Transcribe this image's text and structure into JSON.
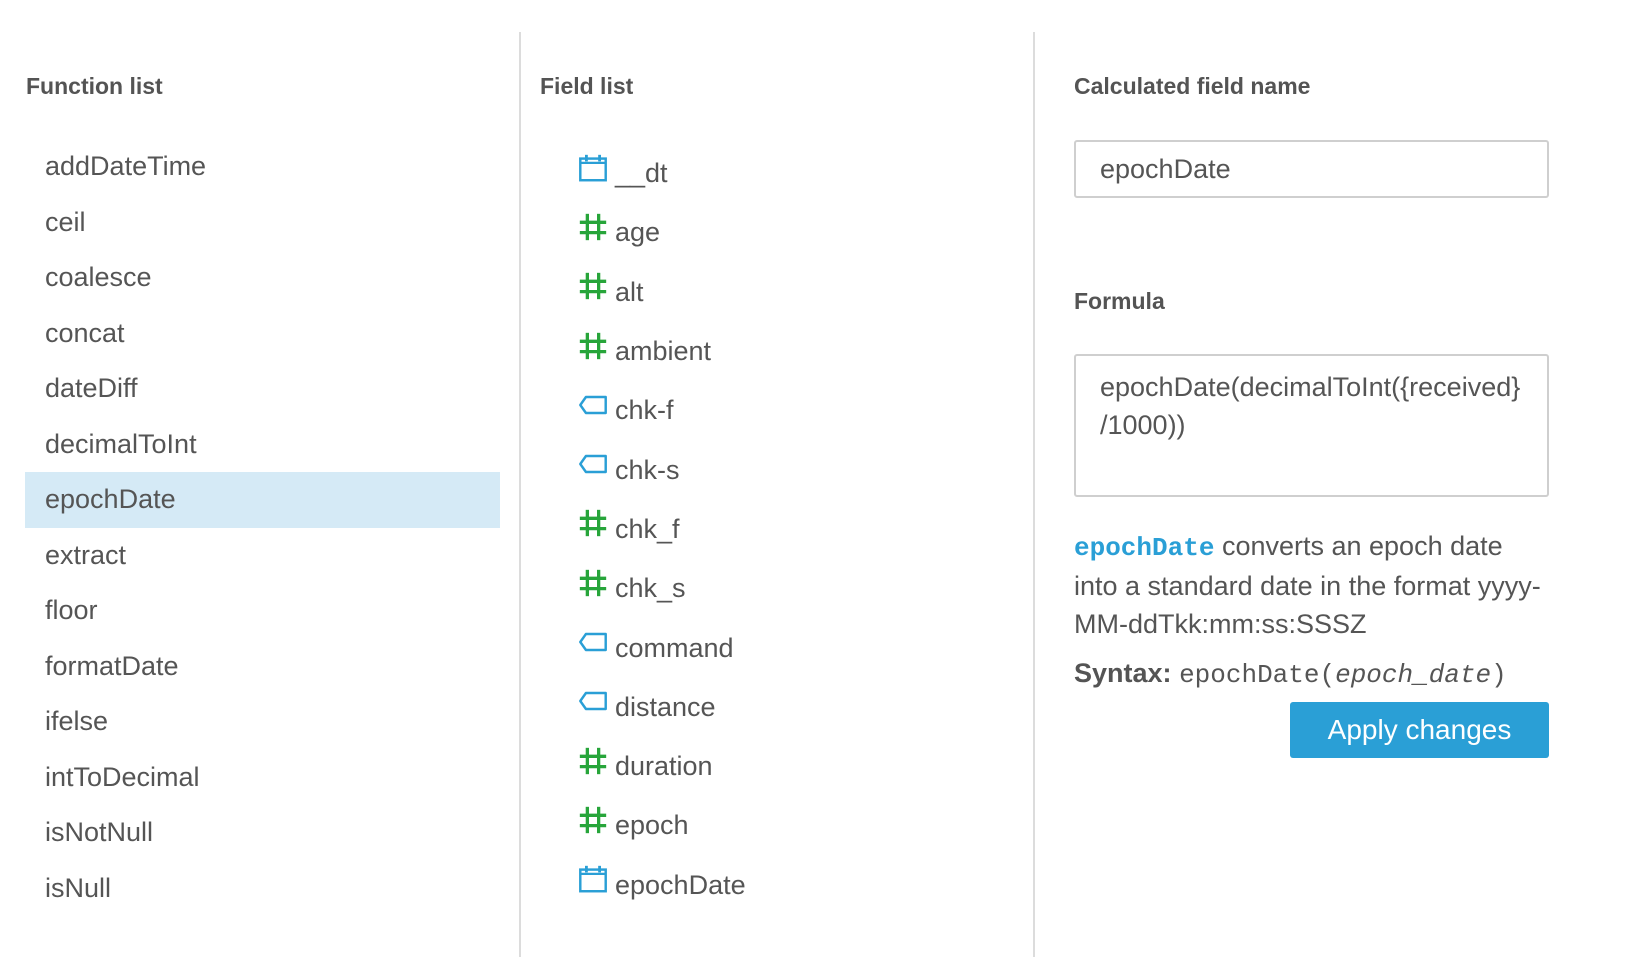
{
  "function_panel": {
    "title": "Function list",
    "selected": "epochDate",
    "items": [
      "addDateTime",
      "ceil",
      "coalesce",
      "concat",
      "dateDiff",
      "decimalToInt",
      "epochDate",
      "extract",
      "floor",
      "formatDate",
      "ifelse",
      "intToDecimal",
      "isNotNull",
      "isNull"
    ]
  },
  "field_panel": {
    "title": "Field list",
    "items": [
      {
        "label": "__dt",
        "icon": "calendar-icon"
      },
      {
        "label": "age",
        "icon": "hash-icon"
      },
      {
        "label": "alt",
        "icon": "hash-icon"
      },
      {
        "label": "ambient",
        "icon": "hash-icon"
      },
      {
        "label": "chk-f",
        "icon": "tag-icon"
      },
      {
        "label": "chk-s",
        "icon": "tag-icon"
      },
      {
        "label": "chk_f",
        "icon": "hash-icon"
      },
      {
        "label": "chk_s",
        "icon": "hash-icon"
      },
      {
        "label": "command",
        "icon": "tag-icon"
      },
      {
        "label": "distance",
        "icon": "tag-icon"
      },
      {
        "label": "duration",
        "icon": "hash-icon"
      },
      {
        "label": "epoch",
        "icon": "hash-icon"
      },
      {
        "label": "epochDate",
        "icon": "calendar-icon"
      }
    ]
  },
  "editor": {
    "name_label": "Calculated field name",
    "name_value": "epochDate",
    "formula_label": "Formula",
    "formula_value": "epochDate(decimalToInt({received}/1000))",
    "description_function": "epochDate",
    "description_text": " converts an epoch date into a standard date in the format yyyy-MM-ddTkk:mm:ss:SSSZ",
    "syntax_label": "Syntax:",
    "syntax_prefix": "epochDate(",
    "syntax_arg": "epoch_date",
    "syntax_suffix": ")",
    "apply_label": "Apply changes"
  },
  "colors": {
    "selected_bg": "#d5eaf6",
    "accent": "#2a9fd6",
    "numeric_icon": "#27a53a",
    "dimension_icon": "#2a9fd6"
  }
}
